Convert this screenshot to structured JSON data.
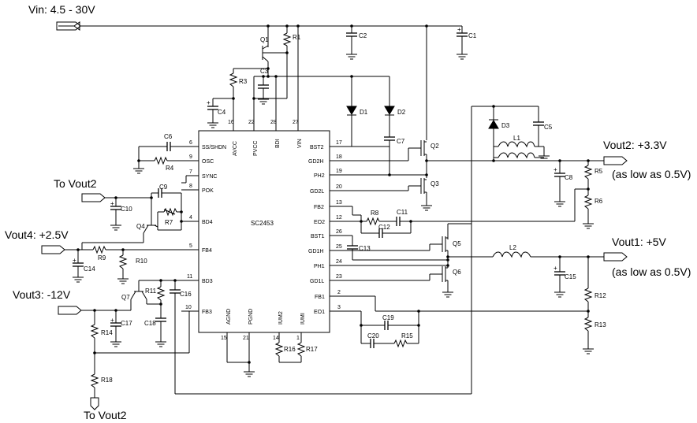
{
  "nets": {
    "vin": "Vin: 4.5 - 30V",
    "vout2": "Vout2: +3.3V",
    "vout2_note": "(as low as 0.5V)",
    "vout1": "Vout1: +5V",
    "vout1_note": "(as low as 0.5V)",
    "vout4": "Vout4: +2.5V",
    "vout3": "Vout3: -12V",
    "to_vout2_top": "To Vout2",
    "to_vout2_bottom": "To Vout2"
  },
  "ic": {
    "name": "SC2453",
    "left_pins": [
      {
        "num": "6",
        "name": "SS/SHDN"
      },
      {
        "num": "9",
        "name": "OSC"
      },
      {
        "num": "7",
        "name": "SYNC"
      },
      {
        "num": "8",
        "name": "POK"
      },
      {
        "num": "4",
        "name": "BD4"
      },
      {
        "num": "5",
        "name": "FB4"
      },
      {
        "num": "11",
        "name": "BD3"
      },
      {
        "num": "10",
        "name": "FB3"
      }
    ],
    "right_pins": [
      {
        "num": "17",
        "name": "BST2"
      },
      {
        "num": "18",
        "name": "GD2H"
      },
      {
        "num": "19",
        "name": "PH2"
      },
      {
        "num": "20",
        "name": "GD2L"
      },
      {
        "num": "13",
        "name": "FB2"
      },
      {
        "num": "12",
        "name": "EO2"
      },
      {
        "num": "26",
        "name": "BST1"
      },
      {
        "num": "25",
        "name": "GD1H"
      },
      {
        "num": "24",
        "name": "PH1"
      },
      {
        "num": "23",
        "name": "GD1L"
      },
      {
        "num": "2",
        "name": "FB1"
      },
      {
        "num": "3",
        "name": "EO1"
      }
    ],
    "top_pins": [
      {
        "num": "16",
        "name": "AVCC"
      },
      {
        "num": "22",
        "name": "PVCC"
      },
      {
        "num": "28",
        "name": "BDI"
      },
      {
        "num": "27",
        "name": "VIN"
      }
    ],
    "bottom_pins": [
      {
        "num": "15",
        "name": "AGND"
      },
      {
        "num": "21",
        "name": "PGND"
      },
      {
        "num": "14",
        "name": "IUM2"
      },
      {
        "num": "1",
        "name": "IUMI"
      }
    ]
  },
  "components": {
    "c1": "C1",
    "c2": "C2",
    "c3": "C3",
    "c4": "C4",
    "c5": "C5",
    "c6": "C6",
    "c7": "C7",
    "c8": "C8",
    "c9": "C9",
    "c10": "C10",
    "c11": "C11",
    "c12": "C12",
    "c13": "C13",
    "c14": "C14",
    "c15": "C15",
    "c16": "C16",
    "c17": "C17",
    "c18": "C18",
    "c19": "C19",
    "c20": "C20",
    "r1": "R1",
    "r3": "R3",
    "r4": "R4",
    "r5": "R5",
    "r6": "R6",
    "r7": "R7",
    "r8": "R8",
    "r9": "R9",
    "r10": "R10",
    "r11": "R11",
    "r12": "R12",
    "r13": "R13",
    "r14": "R14",
    "r15": "R15",
    "r16": "R16",
    "r17": "R17",
    "r18": "R18",
    "q1": "Q1",
    "q2": "Q2",
    "q3": "Q3",
    "q4": "Q4",
    "q5": "Q5",
    "q6": "Q6",
    "q7": "Q7",
    "d1": "D1",
    "d2": "D2",
    "d3": "D3",
    "l1": "L1",
    "l2": "L2"
  }
}
